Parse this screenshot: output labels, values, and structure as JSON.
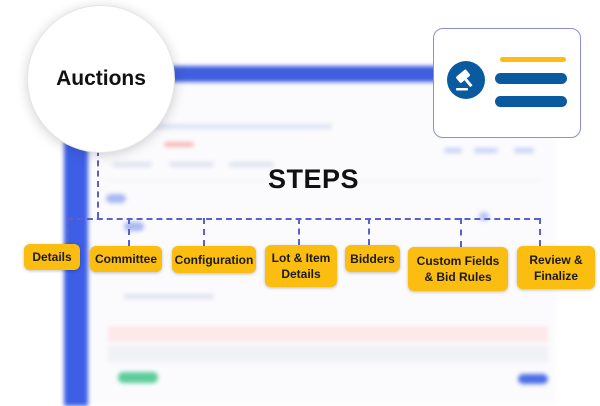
{
  "hero": {
    "module_label": "Auctions",
    "section_title": "STEPS"
  },
  "icon_card": {
    "icon": "gavel-icon",
    "colors": {
      "accent": "#fbbd0f",
      "primary": "#0a5aa0",
      "border": "#8a8fd6"
    }
  },
  "steps": [
    {
      "label": "Details"
    },
    {
      "label": "Committee"
    },
    {
      "label": "Configuration"
    },
    {
      "label": "Lot & Item Details"
    },
    {
      "label": "Bidders"
    },
    {
      "label": "Custom Fields & Bid Rules"
    },
    {
      "label": "Review & Finalize"
    }
  ],
  "theme": {
    "step_bg": "#fbbd0f",
    "connector": "#5b5fd0",
    "app_blue": "#3f5fe0"
  }
}
